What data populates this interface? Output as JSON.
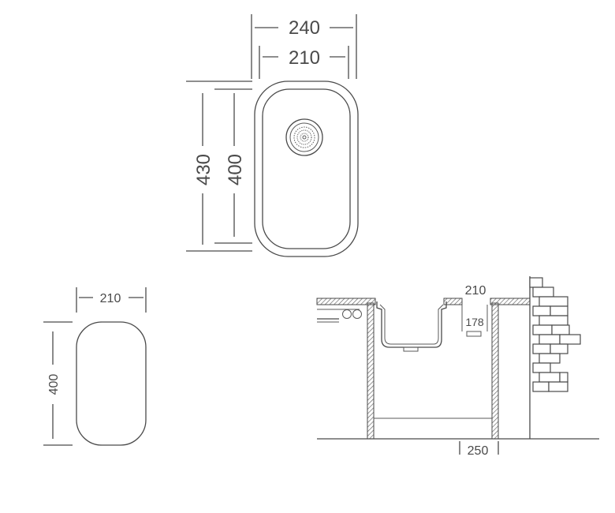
{
  "top_view": {
    "outer_width": "240",
    "inner_width": "210",
    "outer_height": "430",
    "inner_height": "400"
  },
  "cutout_view": {
    "width": "210",
    "height": "400"
  },
  "section_view": {
    "bowl_width": "210",
    "bowl_depth": "178",
    "cabinet_width": "250"
  },
  "colors": {
    "line": "#4a4a4a",
    "hatch": "#6b6b6b",
    "brick_fill": "#ffffff"
  }
}
